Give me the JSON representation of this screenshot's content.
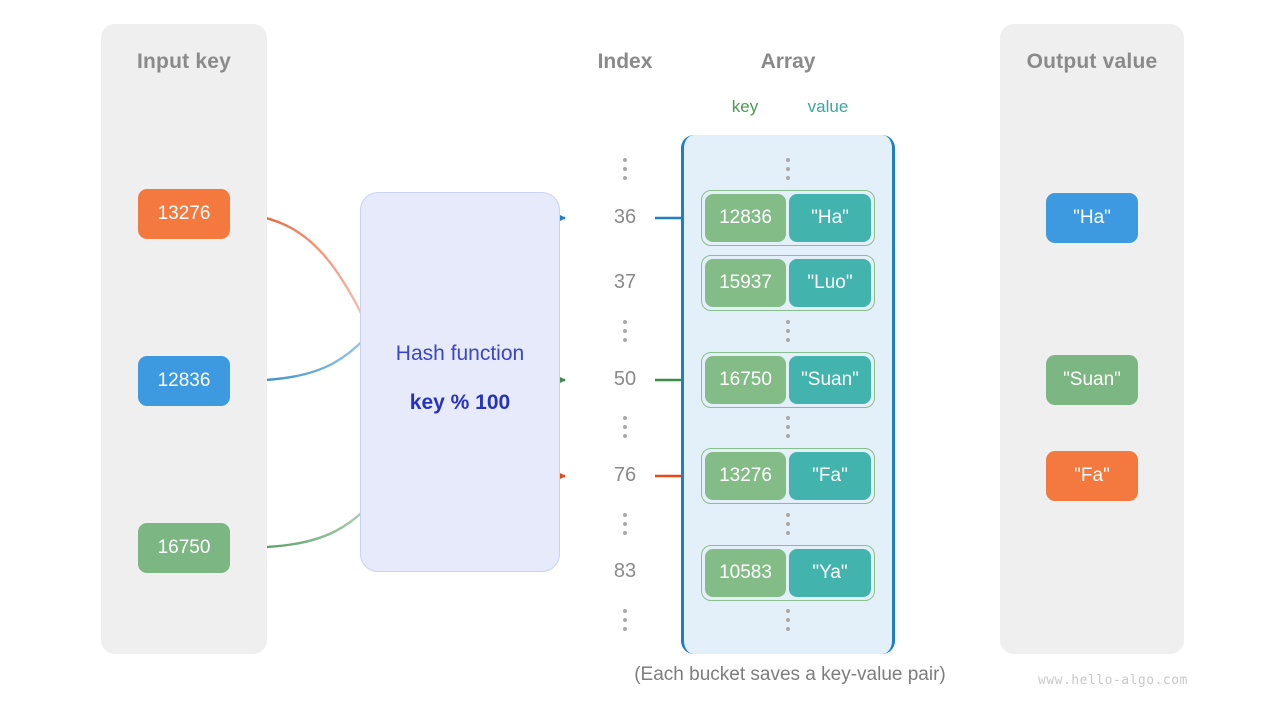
{
  "panels": {
    "input": {
      "title": "Input key"
    },
    "output": {
      "title": "Output value"
    }
  },
  "headings": {
    "index": "Index",
    "array": "Array",
    "key": "key",
    "value": "value"
  },
  "hash": {
    "label": "Hash function",
    "formula": "key % 100"
  },
  "input_keys": [
    {
      "text": "13276",
      "color": "#f4793f"
    },
    {
      "text": "12836",
      "color": "#3d9ae0"
    },
    {
      "text": "16750",
      "color": "#7cb682"
    }
  ],
  "output_values": [
    {
      "text": "\"Ha\"",
      "color": "#3d9ae0"
    },
    {
      "text": "\"Suan\"",
      "color": "#7cb682"
    },
    {
      "text": "\"Fa\"",
      "color": "#f4793f"
    }
  ],
  "indices": [
    "36",
    "37",
    "50",
    "76",
    "83"
  ],
  "buckets": [
    {
      "index": "36",
      "key": "12836",
      "value": "\"Ha\""
    },
    {
      "index": "37",
      "key": "15937",
      "value": "\"Luo\""
    },
    {
      "index": "50",
      "key": "16750",
      "value": "\"Suan\""
    },
    {
      "index": "76",
      "key": "13276",
      "value": "\"Fa\""
    },
    {
      "index": "83",
      "key": "10583",
      "value": "\"Ya\""
    }
  ],
  "mappings": [
    {
      "key": "13276",
      "index": "76",
      "value": "\"Fa\"",
      "color": "#e8491b"
    },
    {
      "key": "12836",
      "index": "36",
      "value": "\"Ha\"",
      "color": "#1f7fc4"
    },
    {
      "key": "16750",
      "index": "50",
      "value": "\"Suan\"",
      "color": "#3d8c47"
    }
  ],
  "caption": "(Each bucket saves a key-value pair)",
  "watermark": "www.hello-algo.com",
  "colors": {
    "panel_bg": "#efefef",
    "array_bg": "#e3f0fa",
    "array_border": "#1f7fc4",
    "hash_bg": "#e6eafa",
    "hash_border": "#c9d2f2",
    "hash_text": "#3a46c8",
    "bucket_key": "#84bc88",
    "bucket_value": "#43b3ae",
    "heading_gray": "#8a8a8a"
  }
}
